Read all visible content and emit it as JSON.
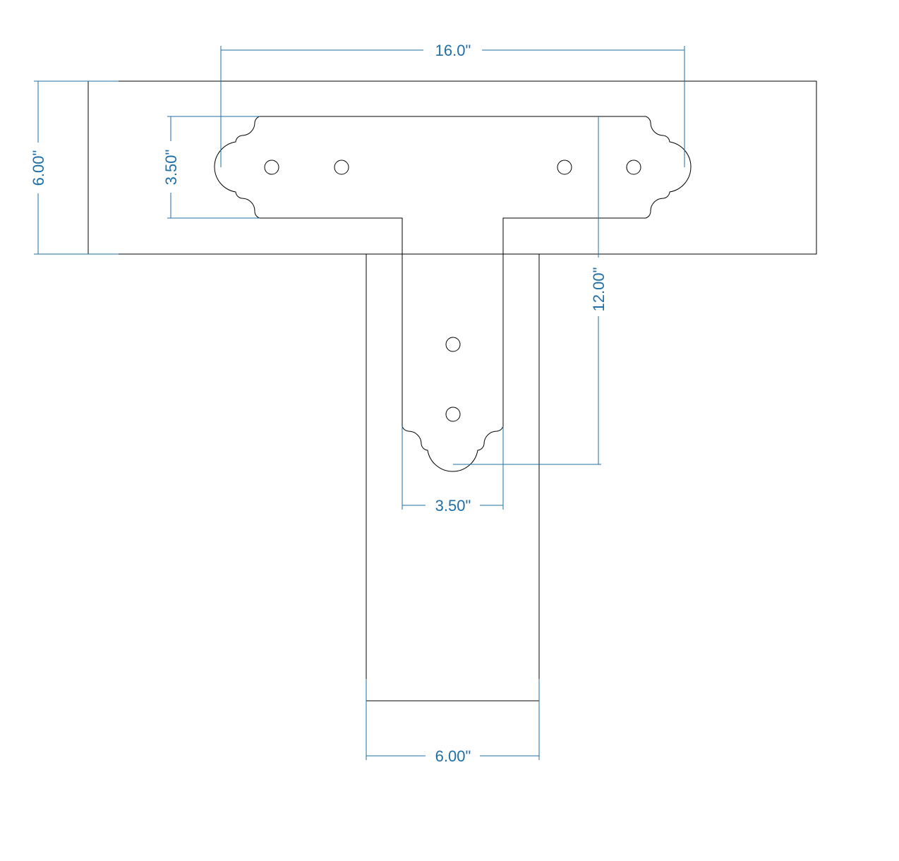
{
  "dimensions": {
    "plate_length": "16.0\"",
    "beam_height": "6.00\"",
    "plate_top_width": "3.50\"",
    "plate_leg_length": "12.00\"",
    "plate_leg_width": "3.50\"",
    "post_width": "6.00\""
  },
  "colors": {
    "outline": "#000000",
    "dimension": "#1f6fa6",
    "background": "#ffffff"
  }
}
